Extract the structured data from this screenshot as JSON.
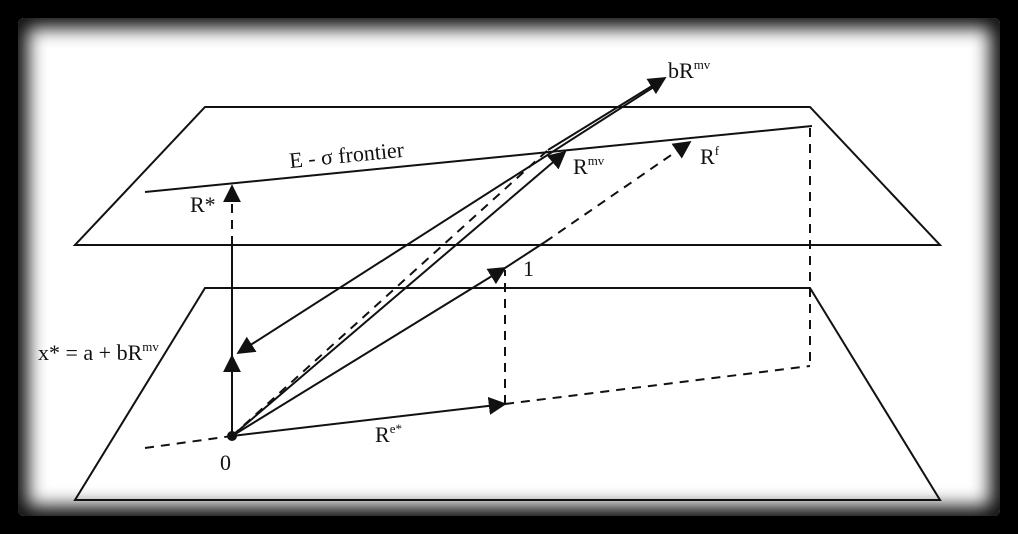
{
  "labels": {
    "frontier": "E - σ frontier",
    "r_star": "R*",
    "x_star_prefix": "x* = a + bR",
    "x_star_sup": "mv",
    "b_rmv_base": "bR",
    "b_rmv_sup": "mv",
    "rmv_base": "R",
    "rmv_sup": "mv",
    "rf_base": "R",
    "rf_sup": "f",
    "re_base": "R",
    "re_sup": "e*",
    "one": "1",
    "origin": "0"
  },
  "colors": {
    "ink": "#111111",
    "paper": "#ffffff",
    "frame": "#000000"
  }
}
